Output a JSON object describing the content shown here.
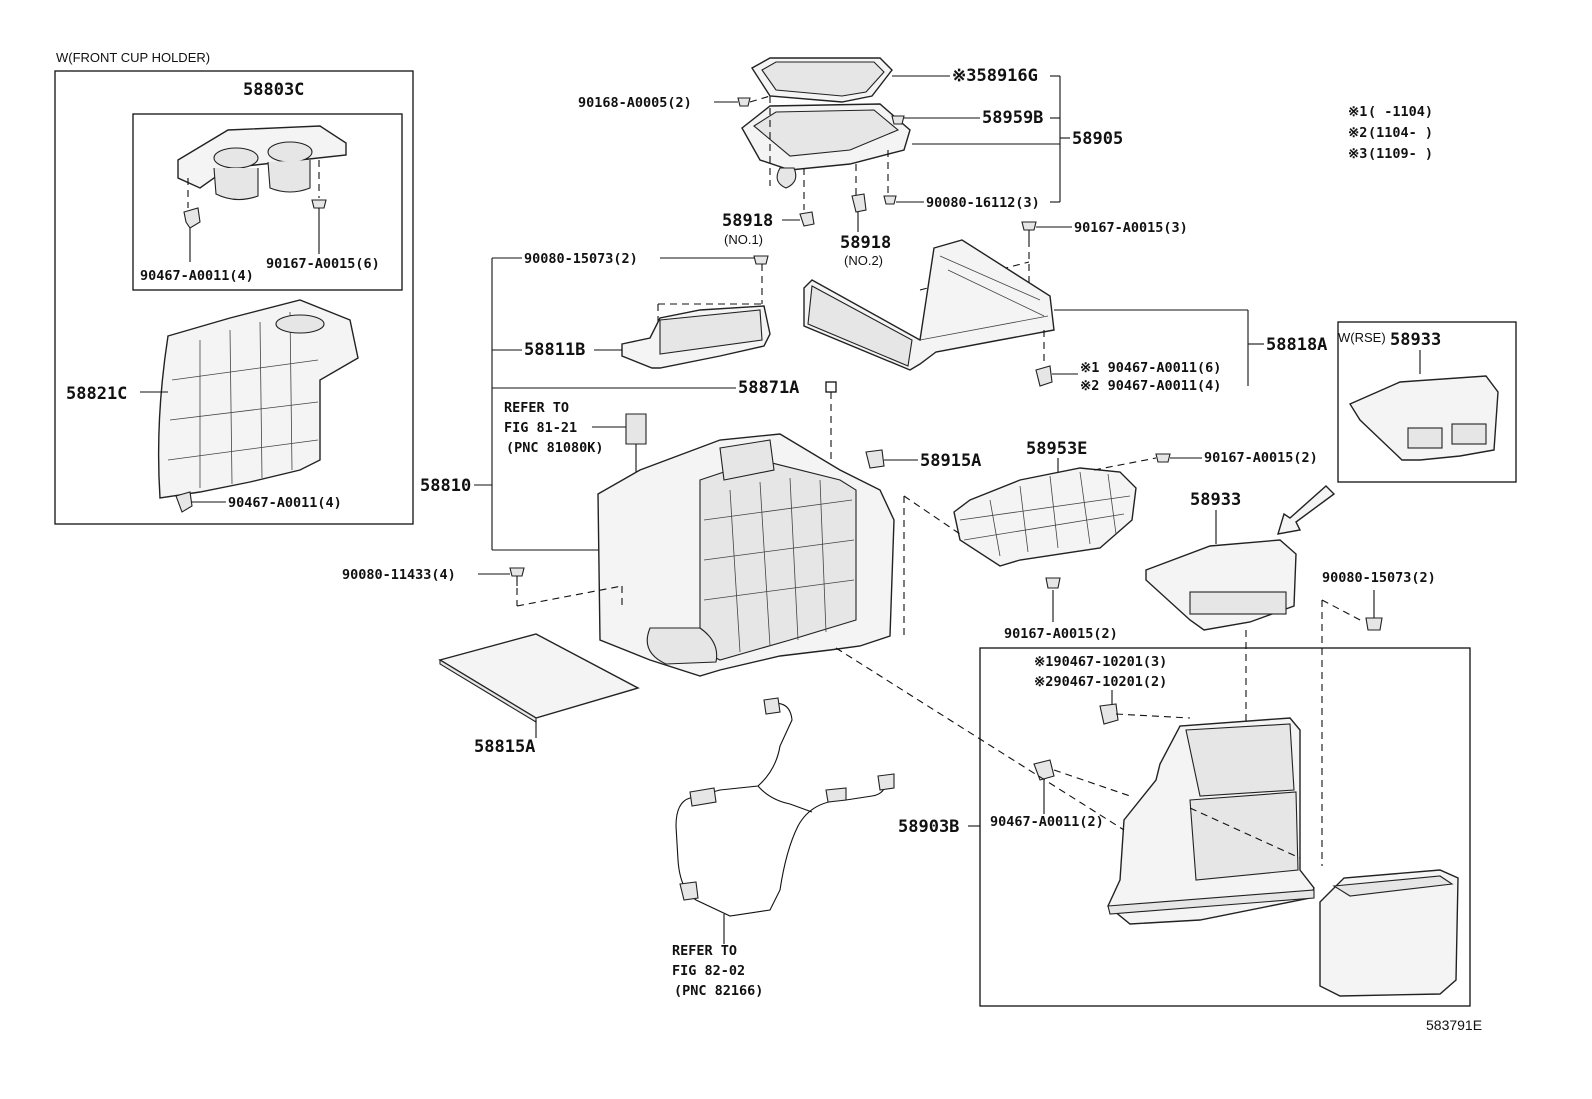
{
  "groups": {
    "front_cup_holder": "W(FRONT CUP HOLDER)",
    "rse": "W(RSE)"
  },
  "notes": [
    {
      "mark": "※1",
      "text": "(    -1104)"
    },
    {
      "mark": "※2",
      "text": "(1104-    )"
    },
    {
      "mark": "※3",
      "text": "(1109-    )"
    }
  ],
  "parts": {
    "p58803C": "58803C",
    "p90467_cup": "90467-A0011(4)",
    "p90167_cup": "90167-A0015(6)",
    "p58821C": "58821C",
    "p90467_lower": "90467-A0011(4)",
    "p58916G": "※358916G",
    "p90168": "90168-A0005(2)",
    "p58959B": "58959B",
    "p58905": "58905",
    "p90080_16112": "90080-16112(3)",
    "p58918_1": "58918",
    "p58918_1_sub": "(NO.1)",
    "p58918_2": "58918",
    "p58918_2_sub": "(NO.2)",
    "p90167_top": "90167-A0015(3)",
    "p90080_15073_a": "90080-15073(2)",
    "p58811B": "58811B",
    "p58818A": "58818A",
    "p90467_n1": "※1 90467-A0011(6)",
    "p90467_n2": "※2 90467-A0011(4)",
    "p58871A": "58871A",
    "ref1_a": "REFER TO",
    "ref1_b": "FIG 81-21",
    "ref1_c": "(PNC 81080K)",
    "p58810": "58810",
    "p58915A": "58915A",
    "p58953E": "58953E",
    "p90167_mid": "90167-A0015(2)",
    "p90080_11433": "90080-11433(4)",
    "p90167_low": "90167-A0015(2)",
    "p58815A": "58815A",
    "p58933_rse": "58933",
    "p58933": "58933",
    "p90080_15073_b": "90080-15073(2)",
    "p90467_10201_1": "※190467-10201(3)",
    "p90467_10201_2": "※290467-10201(2)",
    "p90467_rear": "90467-A0011(2)",
    "p58903B": "58903B",
    "ref2_a": "REFER TO",
    "ref2_b": "FIG 82-02",
    "ref2_c": "(PNC 82166)"
  },
  "diagram_id": "583791E"
}
